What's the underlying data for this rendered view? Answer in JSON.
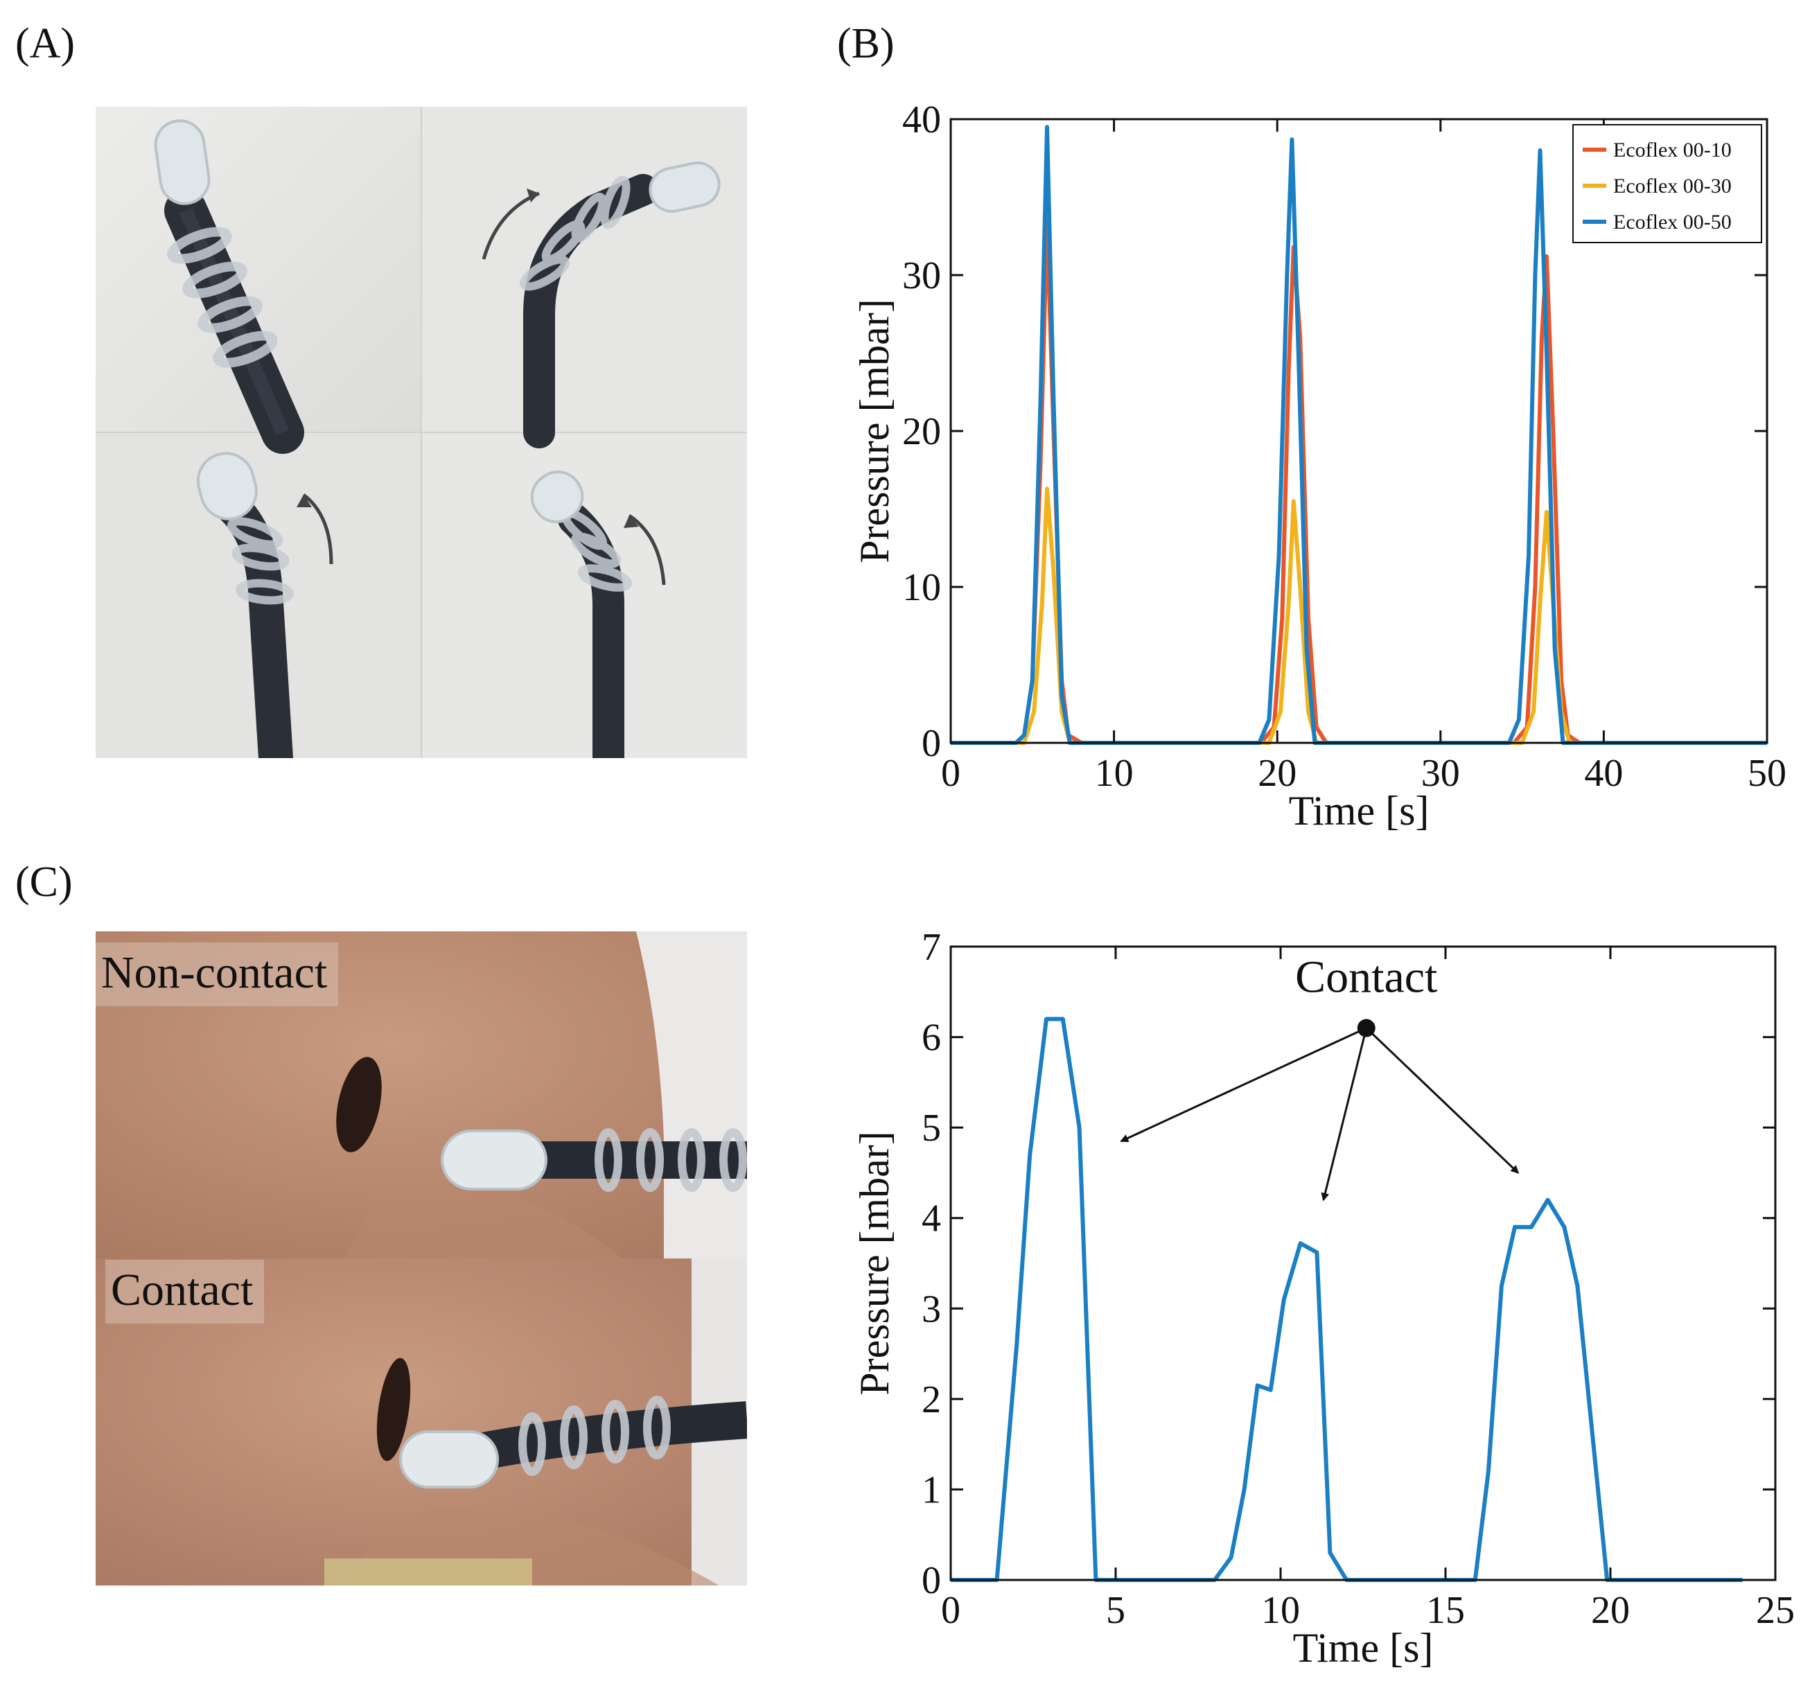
{
  "panel_labels": {
    "a": "(A)",
    "b": "(B)",
    "c": "(C)"
  },
  "photo_c": {
    "top_label": "Non-contact",
    "bottom_label": "Contact"
  },
  "chart_data": [
    {
      "type": "line",
      "xlabel": "Time [s]",
      "ylabel": "Pressure [mbar]",
      "xlim": [
        0,
        50
      ],
      "ylim": [
        0,
        40
      ],
      "xticks": [
        0,
        10,
        20,
        30,
        40,
        50
      ],
      "yticks": [
        0,
        10,
        20,
        30,
        40
      ],
      "legend_position": "top-right",
      "series": [
        {
          "name": "Ecoflex 00-10",
          "color": "#e8562a",
          "points": [
            [
              0,
              0
            ],
            [
              4,
              0
            ],
            [
              4.5,
              0.5
            ],
            [
              5,
              4
            ],
            [
              5.5,
              18
            ],
            [
              5.9,
              33.5
            ],
            [
              6.3,
              20
            ],
            [
              6.8,
              4
            ],
            [
              7.2,
              0.5
            ],
            [
              8,
              0
            ],
            [
              19,
              0
            ],
            [
              19.8,
              1
            ],
            [
              20.3,
              8
            ],
            [
              20.7,
              24
            ],
            [
              21,
              31.8
            ],
            [
              21.4,
              26
            ],
            [
              21.9,
              8
            ],
            [
              22.4,
              1
            ],
            [
              23,
              0
            ],
            [
              34.5,
              0
            ],
            [
              35.3,
              1
            ],
            [
              35.8,
              10
            ],
            [
              36.2,
              26
            ],
            [
              36.5,
              31.2
            ],
            [
              36.9,
              20
            ],
            [
              37.4,
              4
            ],
            [
              37.8,
              0.5
            ],
            [
              38.5,
              0
            ],
            [
              50,
              0
            ]
          ]
        },
        {
          "name": "Ecoflex 00-30",
          "color": "#f2b21b",
          "points": [
            [
              0,
              0
            ],
            [
              4.5,
              0
            ],
            [
              5.1,
              2
            ],
            [
              5.6,
              9
            ],
            [
              5.9,
              16.3
            ],
            [
              6.3,
              11
            ],
            [
              6.8,
              2
            ],
            [
              7.3,
              0
            ],
            [
              19.5,
              0
            ],
            [
              20.2,
              2
            ],
            [
              20.7,
              9
            ],
            [
              21,
              15.5
            ],
            [
              21.4,
              10
            ],
            [
              21.9,
              2
            ],
            [
              22.4,
              0
            ],
            [
              35,
              0
            ],
            [
              35.7,
              2
            ],
            [
              36.1,
              9
            ],
            [
              36.5,
              14.8
            ],
            [
              36.9,
              9
            ],
            [
              37.4,
              2
            ],
            [
              37.9,
              0
            ],
            [
              50,
              0
            ]
          ]
        },
        {
          "name": "Ecoflex 00-50",
          "color": "#1a7fc4",
          "points": [
            [
              0,
              0
            ],
            [
              4,
              0
            ],
            [
              4.5,
              0.5
            ],
            [
              5,
              4
            ],
            [
              5.5,
              22
            ],
            [
              5.9,
              39.5
            ],
            [
              6.3,
              22
            ],
            [
              6.8,
              3
            ],
            [
              7.3,
              0
            ],
            [
              18.9,
              0
            ],
            [
              19.5,
              1.5
            ],
            [
              20.1,
              12
            ],
            [
              20.6,
              30
            ],
            [
              20.9,
              38.7
            ],
            [
              21.3,
              25
            ],
            [
              21.8,
              6
            ],
            [
              22.3,
              0
            ],
            [
              34.2,
              0
            ],
            [
              34.8,
              1.5
            ],
            [
              35.4,
              12
            ],
            [
              35.8,
              30
            ],
            [
              36.1,
              38
            ],
            [
              36.5,
              25
            ],
            [
              37,
              6
            ],
            [
              37.5,
              0
            ],
            [
              50,
              0
            ]
          ]
        }
      ]
    },
    {
      "type": "line",
      "xlabel": "Time [s]",
      "ylabel": "Pressure [mbar]",
      "xlim": [
        0,
        25
      ],
      "ylim": [
        0,
        7
      ],
      "xticks": [
        0,
        5,
        10,
        15,
        20,
        25
      ],
      "yticks": [
        0,
        1,
        2,
        3,
        4,
        5,
        6,
        7
      ],
      "annotation": "Contact",
      "series": [
        {
          "color": "#1a7fc4",
          "points": [
            [
              0,
              0
            ],
            [
              1.4,
              0
            ],
            [
              2,
              2.6
            ],
            [
              2.4,
              4.7
            ],
            [
              2.9,
              6.2
            ],
            [
              3.4,
              6.2
            ],
            [
              3.9,
              5
            ],
            [
              4.4,
              0
            ],
            [
              8,
              0
            ],
            [
              8.5,
              0.25
            ],
            [
              8.9,
              1
            ],
            [
              9.3,
              2.15
            ],
            [
              9.7,
              2.1
            ],
            [
              10.1,
              3.1
            ],
            [
              10.6,
              3.72
            ],
            [
              11.1,
              3.62
            ],
            [
              11.5,
              0.3
            ],
            [
              12,
              0
            ],
            [
              15.9,
              0
            ],
            [
              16.3,
              1.2
            ],
            [
              16.7,
              3.25
            ],
            [
              17.1,
              3.9
            ],
            [
              17.6,
              3.9
            ],
            [
              18.1,
              4.2
            ],
            [
              18.6,
              3.9
            ],
            [
              19,
              3.25
            ],
            [
              19.9,
              0
            ],
            [
              24,
              0
            ]
          ]
        }
      ]
    }
  ]
}
